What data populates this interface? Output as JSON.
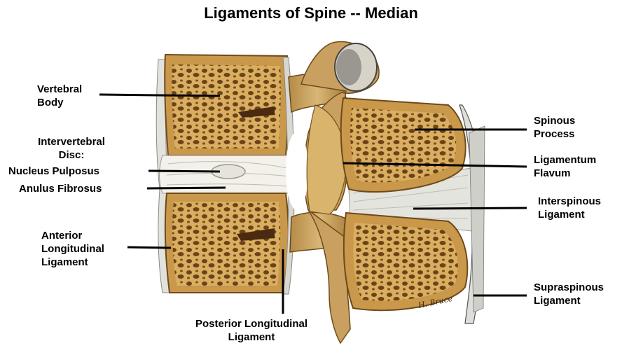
{
  "title": "Ligaments of Spine -- Median",
  "colors": {
    "bone": "#d4a85a",
    "bone_dark": "#8a5a20",
    "cortex": "#b98a3e",
    "disc": "#f1efe6",
    "ligament": "#dcdcd6",
    "leader": "#000000"
  },
  "labels": {
    "vertebral_body": "Vertebral\nBody",
    "intervertebral_disc": "Intervertebral\nDisc:",
    "nucleus_pulposus": "Nucleus Pulposus",
    "anulus_fibrosus": "Anulus Fibrosus",
    "anterior_longitudinal": "Anterior\nLongitudinal\nLigament",
    "posterior_longitudinal": "Posterior Longitudinal\nLigament",
    "spinous_process": "Spinous\nProcess",
    "ligamentum_flavum": "Ligamentum\nFlavum",
    "interspinous": "Interspinous\nLigament",
    "supraspinous": "Supraspinous\nLigament"
  },
  "signature": "H. Bruce"
}
